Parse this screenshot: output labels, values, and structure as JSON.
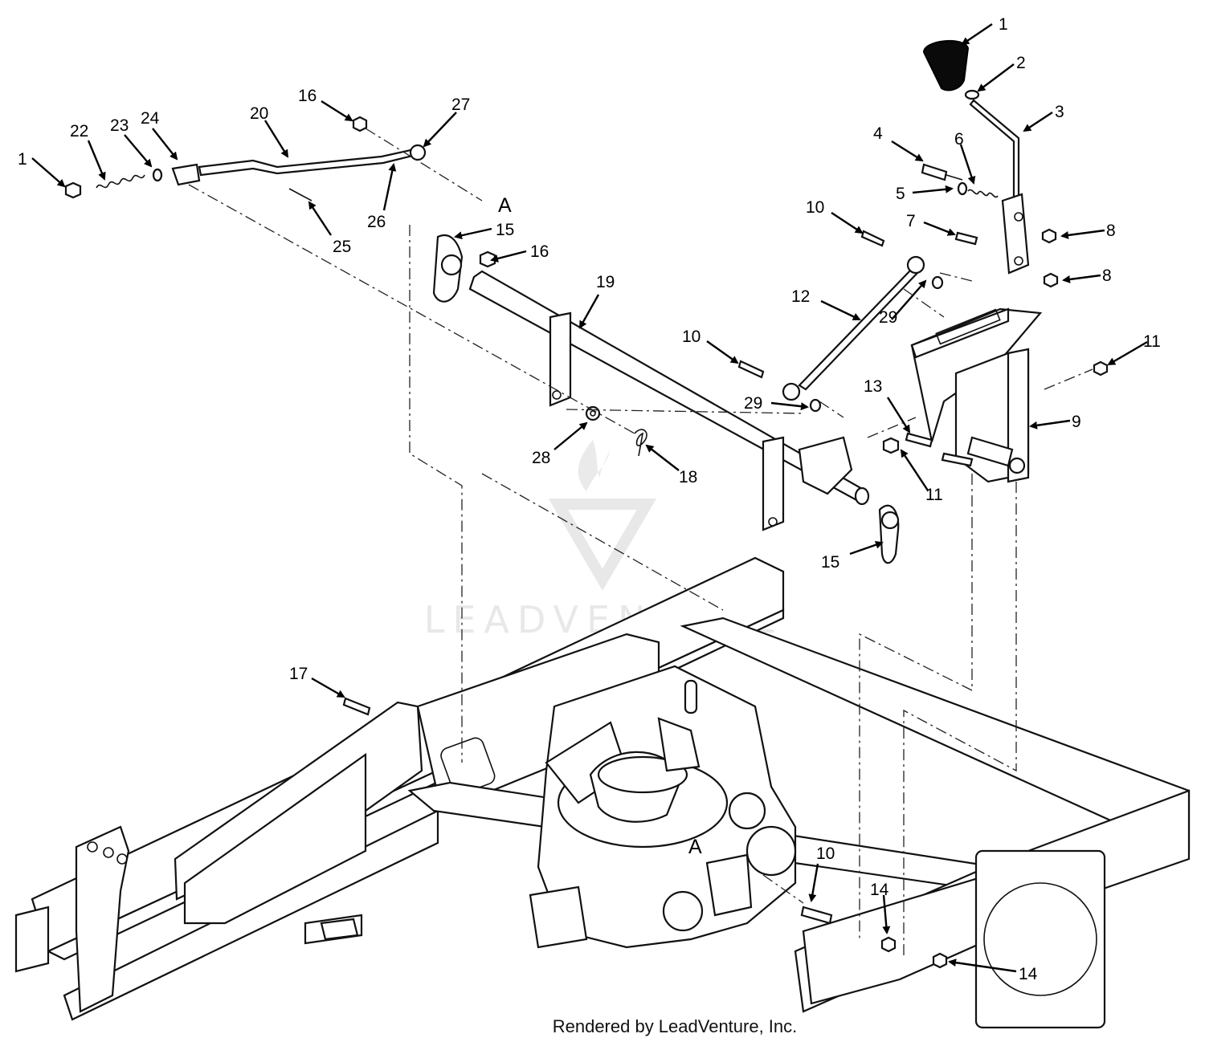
{
  "footer_text": "Rendered by LeadVenture, Inc.",
  "watermark_text": "LEADVENTURE",
  "callout_a": "A",
  "colors": {
    "line": "#111111",
    "background": "#ffffff",
    "watermark": "#e6e6e6"
  },
  "labels": [
    {
      "id": "l1a",
      "text": "1"
    },
    {
      "id": "l1b",
      "text": "1"
    },
    {
      "id": "l2",
      "text": "2"
    },
    {
      "id": "l3",
      "text": "3"
    },
    {
      "id": "l4",
      "text": "4"
    },
    {
      "id": "l5",
      "text": "5"
    },
    {
      "id": "l6",
      "text": "6"
    },
    {
      "id": "l7",
      "text": "7"
    },
    {
      "id": "l8a",
      "text": "8"
    },
    {
      "id": "l8b",
      "text": "8"
    },
    {
      "id": "l9",
      "text": "9"
    },
    {
      "id": "l10a",
      "text": "10"
    },
    {
      "id": "l10b",
      "text": "10"
    },
    {
      "id": "l10c",
      "text": "10"
    },
    {
      "id": "l11a",
      "text": "11"
    },
    {
      "id": "l11b",
      "text": "11"
    },
    {
      "id": "l12",
      "text": "12"
    },
    {
      "id": "l13",
      "text": "13"
    },
    {
      "id": "l14a",
      "text": "14"
    },
    {
      "id": "l14b",
      "text": "14"
    },
    {
      "id": "l15a",
      "text": "15"
    },
    {
      "id": "l15b",
      "text": "15"
    },
    {
      "id": "l16a",
      "text": "16"
    },
    {
      "id": "l16b",
      "text": "16"
    },
    {
      "id": "l17",
      "text": "17"
    },
    {
      "id": "l18",
      "text": "18"
    },
    {
      "id": "l19",
      "text": "19"
    },
    {
      "id": "l20",
      "text": "20"
    },
    {
      "id": "l22",
      "text": "22"
    },
    {
      "id": "l23",
      "text": "23"
    },
    {
      "id": "l24",
      "text": "24"
    },
    {
      "id": "l25",
      "text": "25"
    },
    {
      "id": "l26",
      "text": "26"
    },
    {
      "id": "l27",
      "text": "27"
    },
    {
      "id": "l28",
      "text": "28"
    },
    {
      "id": "l29a",
      "text": "29"
    },
    {
      "id": "l29b",
      "text": "29"
    }
  ]
}
